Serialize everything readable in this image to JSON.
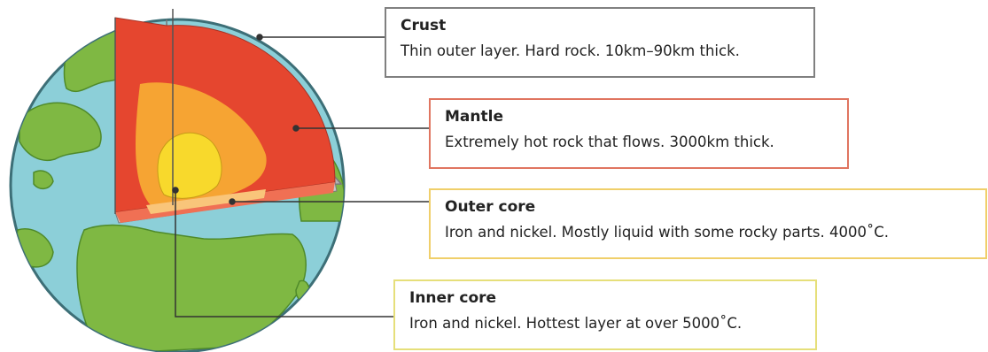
{
  "colors": {
    "ocean": "#8ccfd8",
    "land": "#7fb843",
    "crust": "#b4b4b4",
    "mantle": "#e5462f",
    "outer_core": "#f6a433",
    "inner_core": "#f8d92c",
    "crust_border": "#808080",
    "mantle_border": "#e07560",
    "outer_core_border": "#f0cf6a",
    "inner_core_border": "#e6df7a"
  },
  "layers": [
    {
      "id": "crust",
      "title": "Crust",
      "description": "Thin outer layer. Hard rock. 10km–90km thick."
    },
    {
      "id": "mantle",
      "title": "Mantle",
      "description": "Extremely hot rock that flows. 3000km thick."
    },
    {
      "id": "outer_core",
      "title": "Outer core",
      "description": "Iron and nickel. Mostly liquid with some rocky parts. 4000˚C."
    },
    {
      "id": "inner_core",
      "title": "Inner core",
      "description": "Iron and nickel. Hottest layer at over 5000˚C."
    }
  ]
}
